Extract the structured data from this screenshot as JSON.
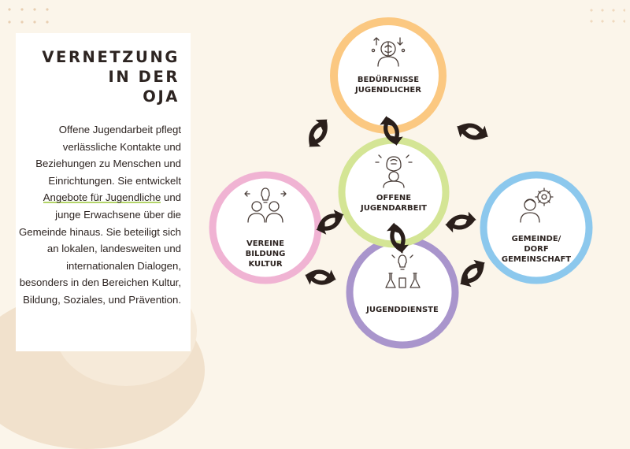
{
  "title_lines": [
    "VERNETZUNG",
    "IN DER",
    "OJA"
  ],
  "paragraph": {
    "before_highlight": "Offene Jugendarbeit pflegt verlässliche Kontakte und Beziehungen zu Menschen und Einrichtungen. Sie entwickelt",
    "highlight": "Angebote für Jugendliche",
    "after_highlight": "und junge Erwachsene über die Gemeinde hinaus. Sie beteiligt sich an lokalen, landesweiten und internationalen Dialogen, besonders in den Bereichen Kultur, Bildung, Soziales, und Prävention."
  },
  "nodes": {
    "top": {
      "lines": [
        "BEDÜRFNISSE",
        "JUGENDLICHER"
      ],
      "ring_color": "#fbc881",
      "icon": "brain-person-icon"
    },
    "center": {
      "lines": [
        "OFFENE",
        "JUGENDARBEIT"
      ],
      "ring_color": "#d4e595",
      "icon": "thinking-person-icon"
    },
    "left": {
      "lines": [
        "VEREINE",
        "BILDUNG",
        "KULTUR"
      ],
      "ring_color": "#f0b3d3",
      "icon": "people-idea-icon"
    },
    "right": {
      "lines": [
        "GEMEINDE/",
        "DORF",
        "GEMEINSCHAFT"
      ],
      "ring_color": "#8cc8ed",
      "icon": "person-gear-icon"
    },
    "bottom": {
      "lines": [
        "JUGENDDIENSTE"
      ],
      "ring_color": "#a995cc",
      "icon": "lab-idea-icon"
    }
  },
  "arrow_color": "#2a1f1b"
}
